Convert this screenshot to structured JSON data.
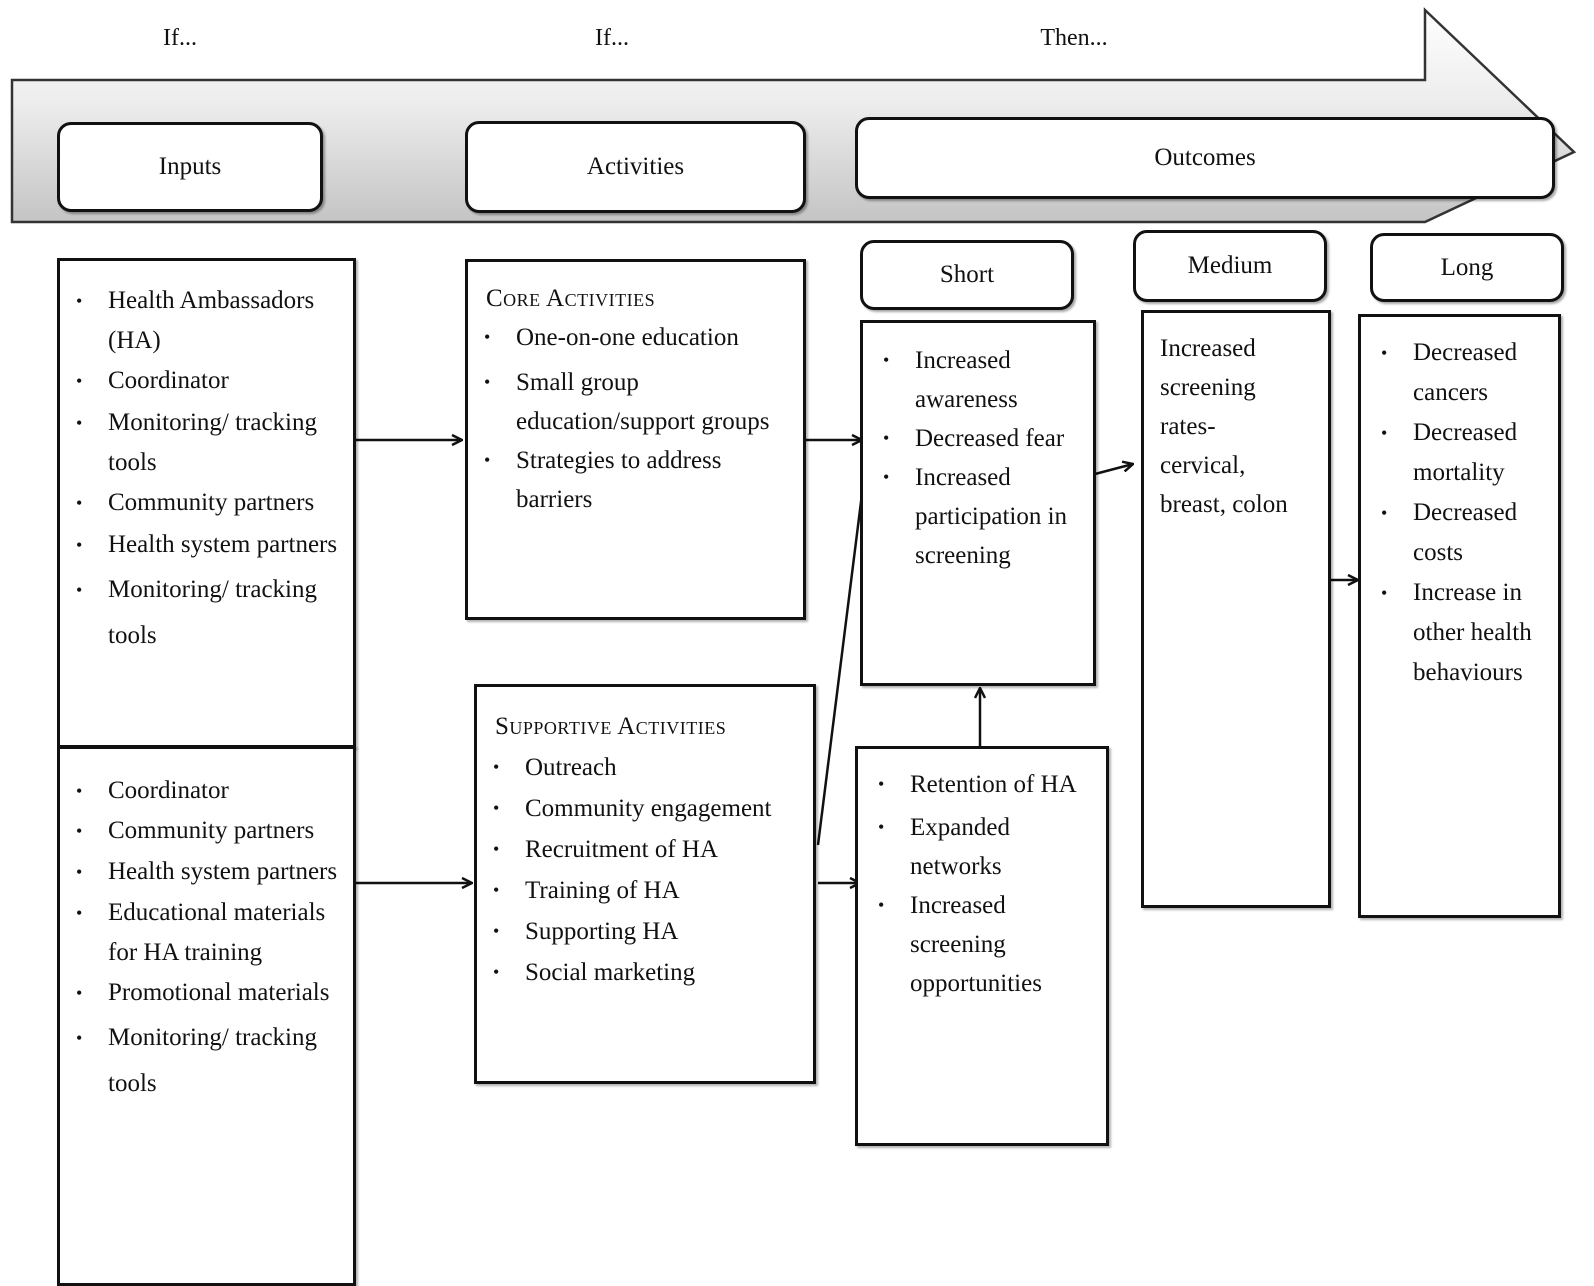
{
  "header": {
    "if_1": "If...",
    "if_2": "If...",
    "then": "Then..."
  },
  "stages": {
    "inputs": "Inputs",
    "activities": "Activities",
    "outcomes": "Outcomes"
  },
  "timeframes": {
    "short": "Short",
    "medium": "Medium",
    "long": "Long"
  },
  "inputs_top": {
    "items": [
      "Health Ambassadors (HA)",
      "Coordinator",
      "Monitoring/ tracking tools",
      "Community partners",
      "Health system partners",
      "Monitoring/ tracking tools"
    ]
  },
  "inputs_bottom": {
    "items": [
      "Coordinator",
      "Community partners",
      "Health system partners",
      "Educational materials for HA training",
      "Promotional materials",
      "Monitoring/ tracking tools"
    ]
  },
  "core_activities": {
    "heading": "Core Activities",
    "items": [
      "One-on-one education",
      "Small group education/support groups",
      "Strategies to address barriers"
    ]
  },
  "supportive_activities": {
    "heading": "Supportive Activities",
    "items": [
      "Outreach",
      "Community engagement",
      "Recruitment of HA",
      "Training of HA",
      "Supporting HA",
      "Social marketing"
    ]
  },
  "short_outcomes": {
    "items": [
      "Increased awareness",
      "Decreased fear",
      "Increased participation in screening"
    ]
  },
  "supportive_outcomes": {
    "items": [
      "Retention of HA",
      "Expanded networks",
      "Increased screening opportunities"
    ]
  },
  "medium_outcomes": {
    "text": "Increased screening rates- cervical, breast, colon"
  },
  "long_outcomes": {
    "items": [
      "Decreased cancers",
      "Decreased mortality",
      "Decreased costs",
      "Increase in other health behaviours"
    ]
  },
  "colors": {
    "arrow_fill_light": "#f2f2f2",
    "arrow_fill_dark": "#c8c8c8",
    "stroke": "#111111"
  }
}
